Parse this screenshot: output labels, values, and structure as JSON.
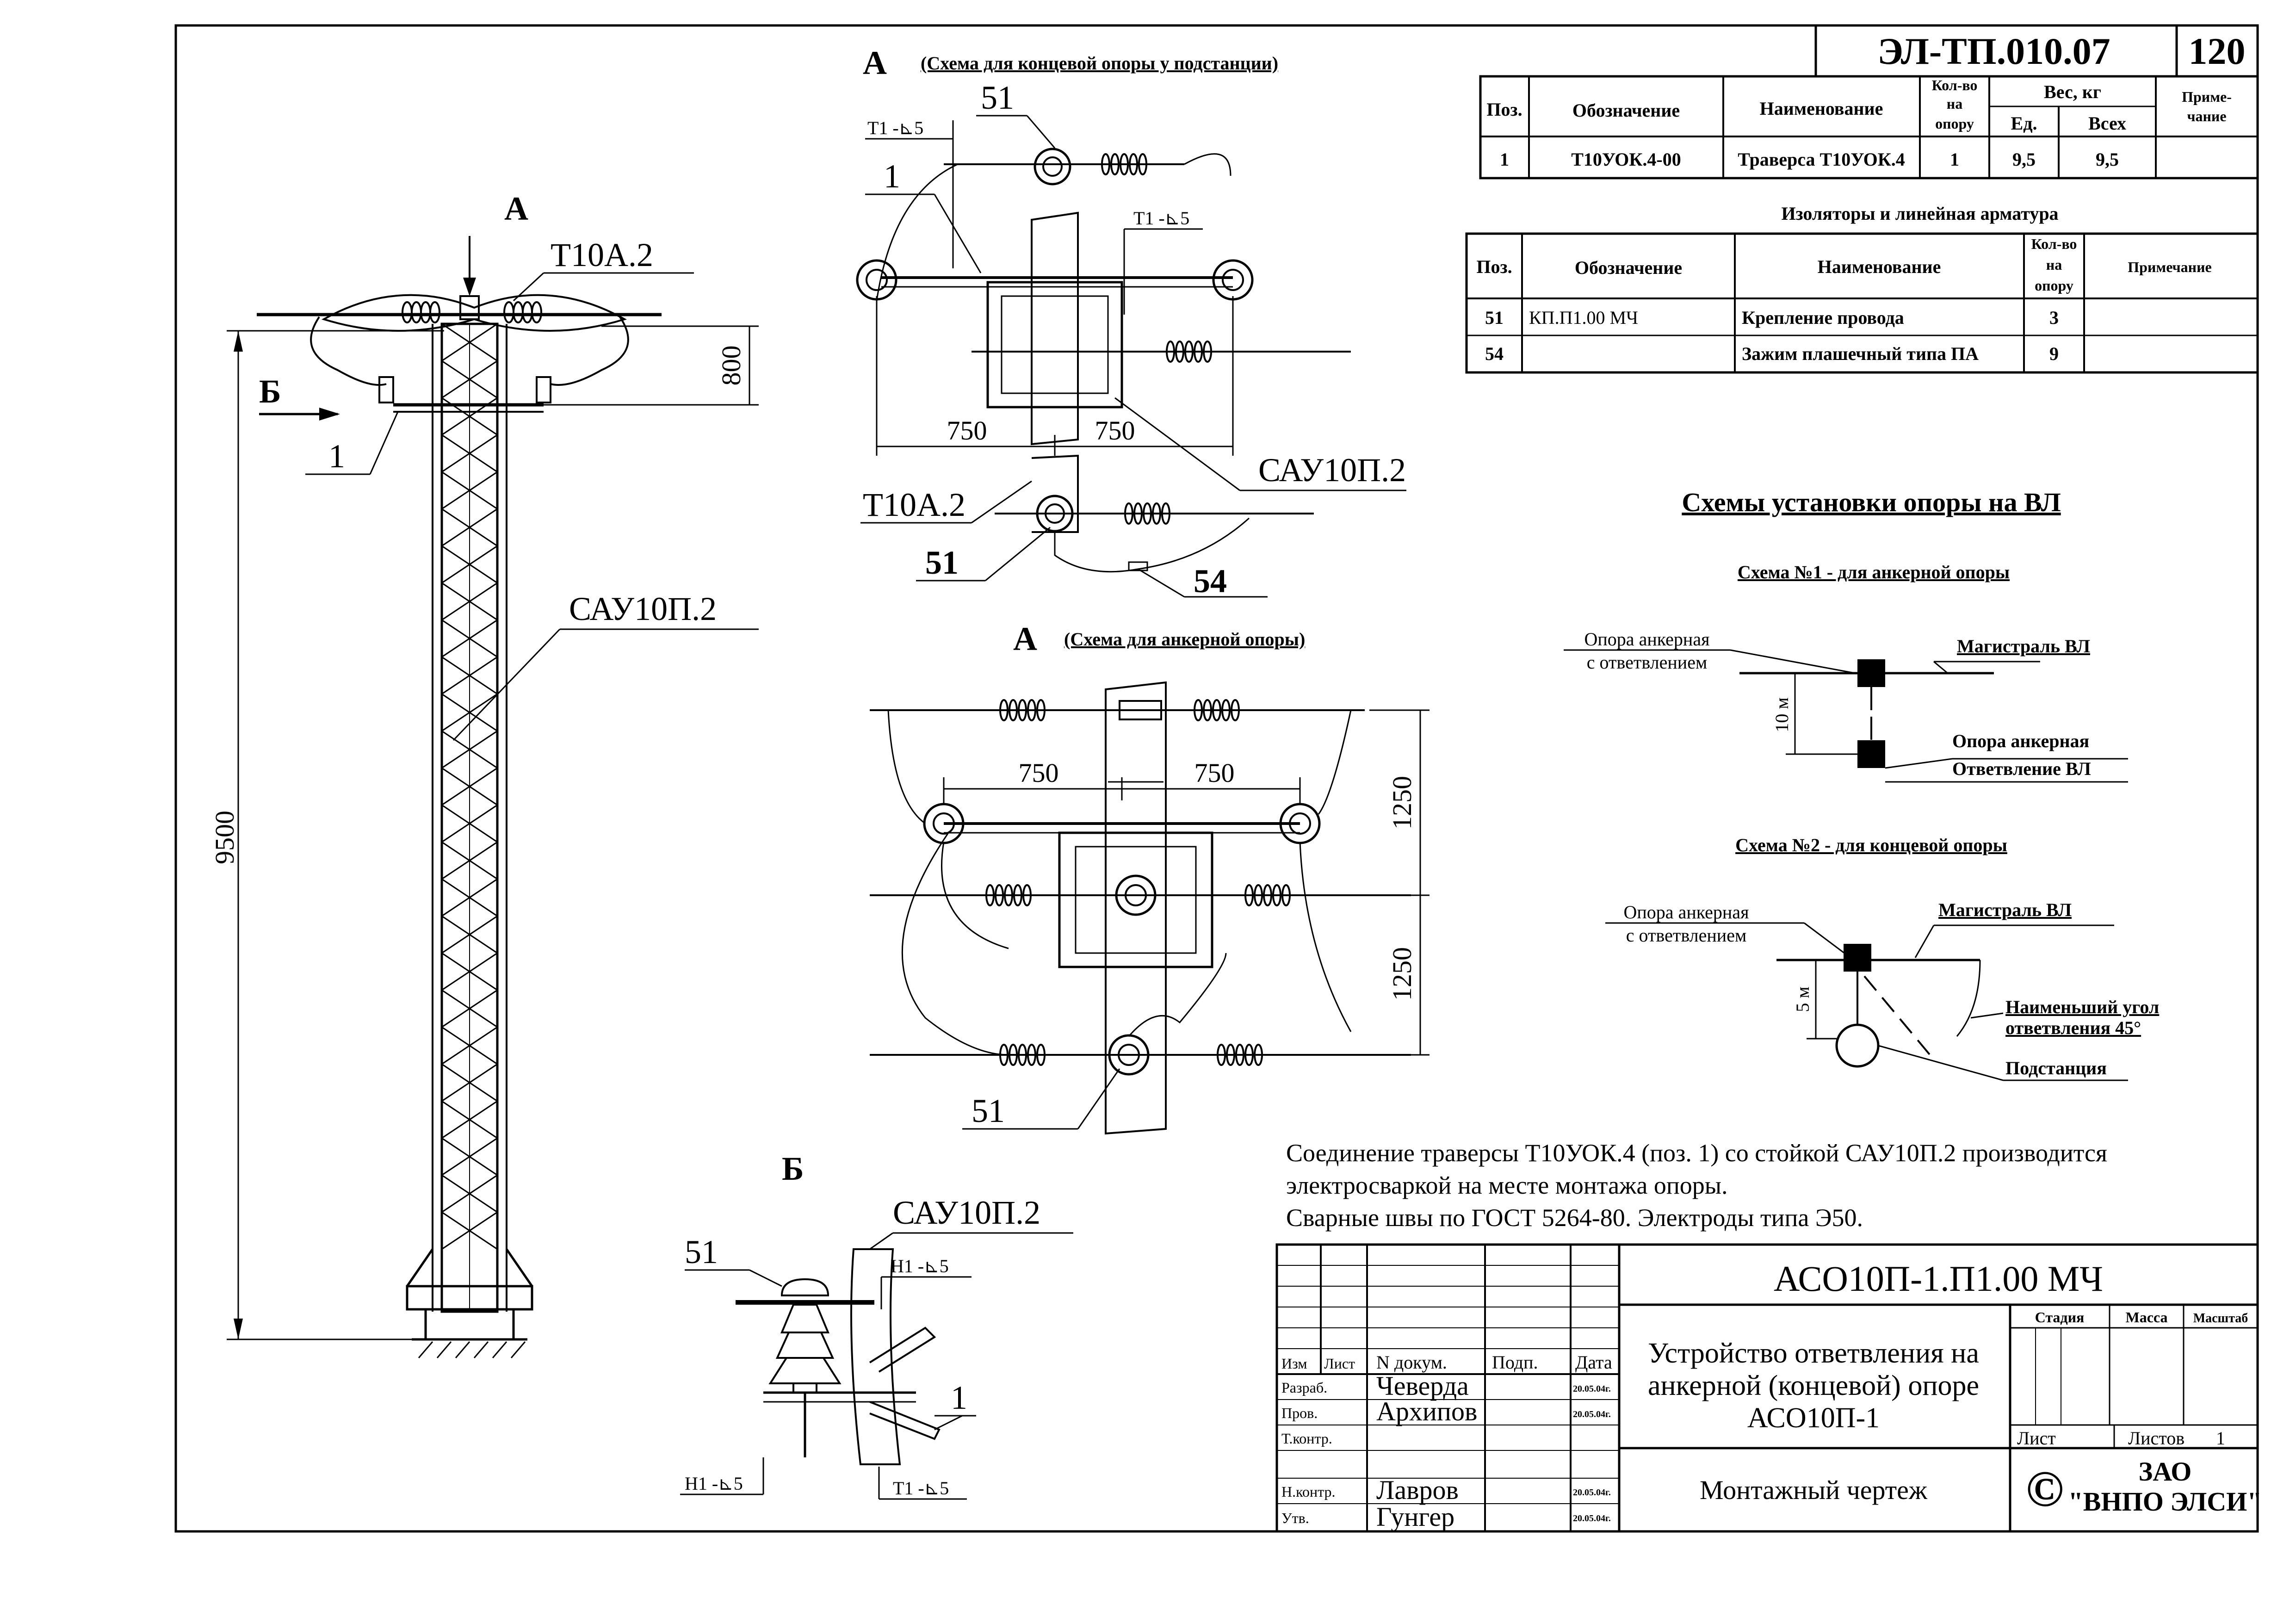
{
  "sheet": {
    "doc_code": "ЭЛ-ТП.010.07",
    "page_number": "120"
  },
  "table_traverse": {
    "headers": {
      "pos": "Поз.",
      "designation": "Обозначение",
      "name": "Наименование",
      "qty": [
        "Кол-во",
        "на",
        "опору"
      ],
      "weight": "Вес, кг",
      "unit": "Ед.",
      "total": "Всех",
      "note": [
        "Приме-",
        "чание"
      ]
    },
    "rows": [
      {
        "pos": "1",
        "designation": "Т10УОК.4-00",
        "name": "Траверса Т10УОК.4",
        "qty": "1",
        "unit": "9,5",
        "total": "9,5",
        "note": ""
      }
    ]
  },
  "table_insulators": {
    "title": "Изоляторы и линейная арматура",
    "headers": {
      "pos": "Поз.",
      "designation": "Обозначение",
      "name": "Наименование",
      "qty": [
        "Кол-во",
        "на",
        "опору"
      ],
      "note": "Примечание"
    },
    "rows": [
      {
        "pos": "51",
        "designation": "КП.П1.00 МЧ",
        "name": "Крепление провода",
        "qty": "3",
        "note": ""
      },
      {
        "pos": "54",
        "designation": "",
        "name": "Зажим плашечный типа ПА",
        "qty": "9",
        "note": ""
      }
    ]
  },
  "main_view": {
    "arrow_a": "А",
    "arrow_b": "Б",
    "label_t10a2": "Т10А.2",
    "label_sau": "САУ10П.2",
    "label_pos1": "1",
    "dim_800": "800",
    "dim_9500": "9500"
  },
  "view_a_end": {
    "letter": "А",
    "caption": "(Схема для концевой опоры у подстанции)",
    "label_51_top": "51",
    "weld_t1_left": "Т1 -⊾5",
    "weld_t1_right": "Т1 -⊾5",
    "label_1": "1",
    "dim_750_left": "750",
    "dim_750_right": "750",
    "label_sau": "САУ10П.2",
    "label_t10a2": "Т10А.2",
    "label_51_bottom": "51",
    "label_54": "54"
  },
  "view_a_anchor": {
    "letter": "А",
    "caption": "(Схема для анкерной опоры)",
    "dim_750_left": "750",
    "dim_750_right": "750",
    "dim_1250_top": "1250",
    "dim_1250_bottom": "1250",
    "label_51": "51"
  },
  "view_b": {
    "letter": "Б",
    "label_51": "51",
    "label_sau": "САУ10П.2",
    "weld_h1_top": "Н1 -⊾5",
    "weld_h1_bottom": "Н1 -⊾5",
    "weld_t1": "Т1 -⊾5",
    "label_1": "1"
  },
  "schemes": {
    "title": "Схемы установки опоры на ВЛ",
    "scheme1": {
      "title": "Схема №1 - для анкерной опоры",
      "left_label": [
        "Опора анкерная",
        "с ответвлением"
      ],
      "main_line": "Магистраль ВЛ",
      "support": "Опора анкерная",
      "branch": "Ответвление ВЛ",
      "dim": "10 м"
    },
    "scheme2": {
      "title": "Схема №2 - для концевой опоры",
      "left_label": [
        "Опора анкерная",
        "с ответвлением"
      ],
      "main_line": "Магистраль ВЛ",
      "angle": [
        "Наименьший угол",
        "ответвления 45°"
      ],
      "substation": "Подстанция",
      "dim": "5 м"
    }
  },
  "notes": [
    "Соединение траверсы Т10УОК.4 (поз. 1) со стойкой САУ10П.2  производится",
    " электросваркой на месте монтажа опоры.",
    "Сварные швы по ГОСТ 5264-80. Электроды типа Э50."
  ],
  "title_block": {
    "designation": "АСО10П-1.П1.00 МЧ",
    "name": [
      "Устройство ответвления на",
      "анкерной (концевой) опоре",
      "АСО10П-1"
    ],
    "doc_type": "Монтажный чертеж",
    "col_headers": [
      "Изм",
      "Лист",
      "N докум.",
      "Подп.",
      "Дата"
    ],
    "people": [
      {
        "role": "Разраб.",
        "name": "Чеверда",
        "date": "20.05.04г."
      },
      {
        "role": "Пров.",
        "name": "Архипов",
        "date": "20.05.04г."
      },
      {
        "role": "Т.контр.",
        "name": "",
        "date": ""
      },
      {
        "role": "Н.контр.",
        "name": "Лавров",
        "date": "20.05.04г."
      },
      {
        "role": "Утв.",
        "name": "Гунгер",
        "date": "20.05.04г."
      }
    ],
    "stage": "Стадия",
    "mass": "Масса",
    "scale": "Масштаб",
    "sheet_label": "Лист",
    "sheets_label": "Листов",
    "sheets_count": "1",
    "copyright": "©",
    "company": [
      "ЗАО",
      "\"ВНПО ЭЛСИ\""
    ]
  }
}
